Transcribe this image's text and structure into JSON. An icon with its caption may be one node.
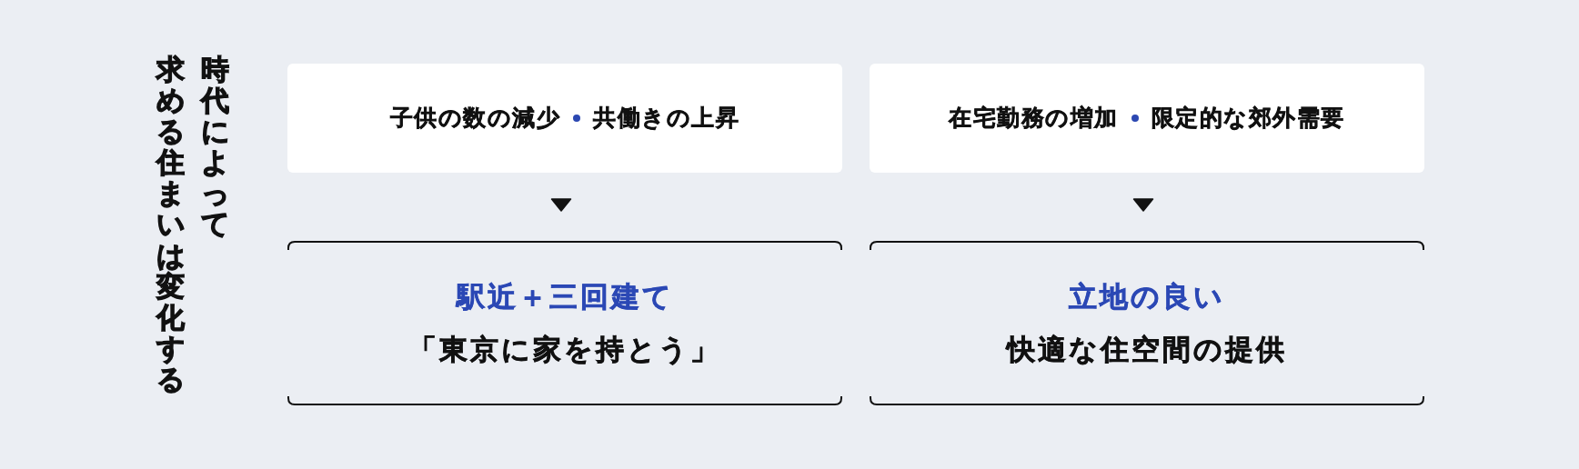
{
  "diagram": {
    "title": "時代によって求める住まいは変化する",
    "nodes": [
      {
        "text": [
          "子供の数の減少",
          "共働きの上昇"
        ]
      },
      {
        "text": [
          "在宅勤務の増加",
          "限定的な郊外需要"
        ]
      },
      {
        "text": [
          "駅近＋三回建て",
          "「東京に家を持とう」"
        ]
      },
      {
        "text": [
          "立地の良い",
          "快適な住空間の提供"
        ]
      }
    ],
    "edges": [
      {
        "from": 0,
        "to": 2,
        "arrow": "to"
      },
      {
        "from": 1,
        "to": 3,
        "arrow": "to"
      }
    ]
  }
}
